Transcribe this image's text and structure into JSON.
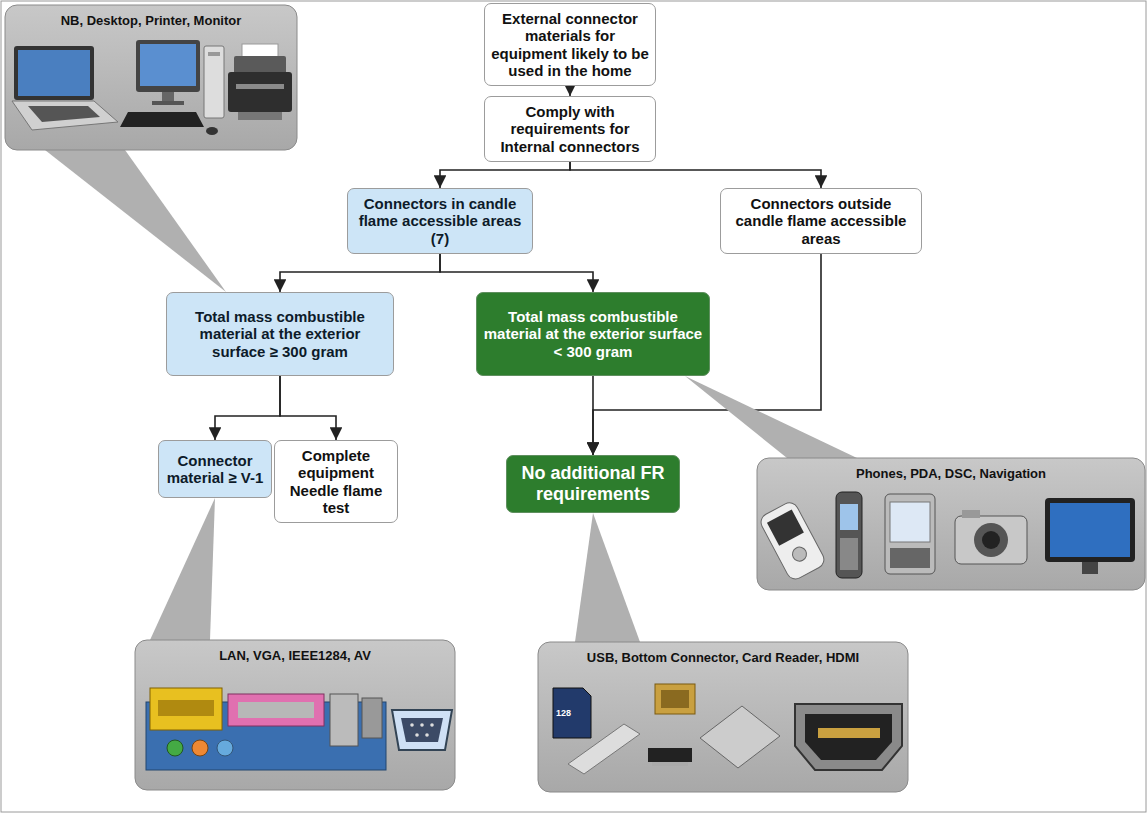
{
  "diagram": {
    "nodes": [
      {
        "text": [
          "External connector materials for equipment likely to be used in the home"
        ]
      },
      {
        "text": [
          "Comply with requirements for Internal connectors"
        ]
      },
      {
        "text": [
          "Connectors in candle flame accessible areas (7)"
        ]
      },
      {
        "text": [
          "Connectors outside candle flame accessible areas"
        ]
      },
      {
        "text": [
          "Total mass combustible material at the exterior surface ≥ 300 gram"
        ]
      },
      {
        "text": [
          "Total mass combustible material at the exterior surface < 300 gram"
        ]
      },
      {
        "text": [
          "Connector material ≥ V-1"
        ]
      },
      {
        "text": [
          "Complete equipment Needle flame test"
        ]
      },
      {
        "text": [
          "No additional FR requirements"
        ]
      },
      {
        "text": [
          "NB, Desktop, Printer, Monitor"
        ]
      },
      {
        "text": [
          "Phones, PDA, DSC, Navigation"
        ]
      },
      {
        "text": [
          "LAN, VGA, IEEE1284, AV"
        ]
      },
      {
        "text": [
          "USB, Bottom Connector, Card Reader, HDMI"
        ]
      }
    ],
    "edges": [
      {
        "from": 0,
        "to": 1,
        "arrow": "to"
      },
      {
        "from": 1,
        "to": 2,
        "arrow": "to"
      },
      {
        "from": 1,
        "to": 3,
        "arrow": "to"
      },
      {
        "from": 2,
        "to": 4,
        "arrow": "to"
      },
      {
        "from": 2,
        "to": 5,
        "arrow": "to"
      },
      {
        "from": 4,
        "to": 6,
        "arrow": "to"
      },
      {
        "from": 4,
        "to": 7,
        "arrow": "to"
      },
      {
        "from": 5,
        "to": 8,
        "arrow": "to"
      },
      {
        "from": 3,
        "to": 8,
        "arrow": "to"
      },
      {
        "from": 9,
        "to": 4,
        "arrow": "none"
      },
      {
        "from": 10,
        "to": 5,
        "arrow": "none"
      },
      {
        "from": 11,
        "to": 6,
        "arrow": "none"
      },
      {
        "from": 12,
        "to": 8,
        "arrow": "none"
      }
    ],
    "labels": [
      "128"
    ]
  }
}
